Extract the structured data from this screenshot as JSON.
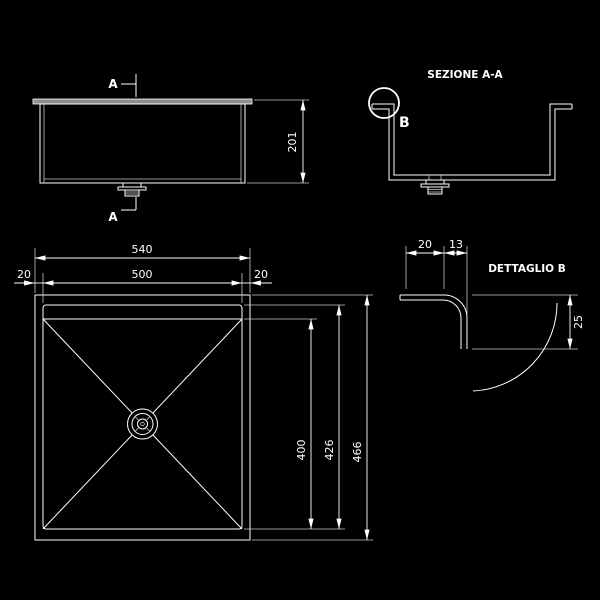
{
  "drawing": {
    "background_color": "#000000",
    "line_color": "#ffffff",
    "front_view": {
      "section_label_top": "A",
      "section_label_bottom": "A",
      "height_dim": "201"
    },
    "section_view": {
      "title": "SEZIONE A-A",
      "detail_label": "B"
    },
    "plan_view": {
      "total_width_dim": "540",
      "inner_width_dim": "500",
      "left_margin_dim": "20",
      "right_margin_dim": "20",
      "bowl_depth_dim": "400",
      "inner_depth_dim": "426",
      "total_depth_dim": "466"
    },
    "detail_view": {
      "title": "DETTAGLIO B",
      "flange_width_dim": "20",
      "radius_width_dim": "13",
      "edge_height_dim": "25"
    }
  }
}
